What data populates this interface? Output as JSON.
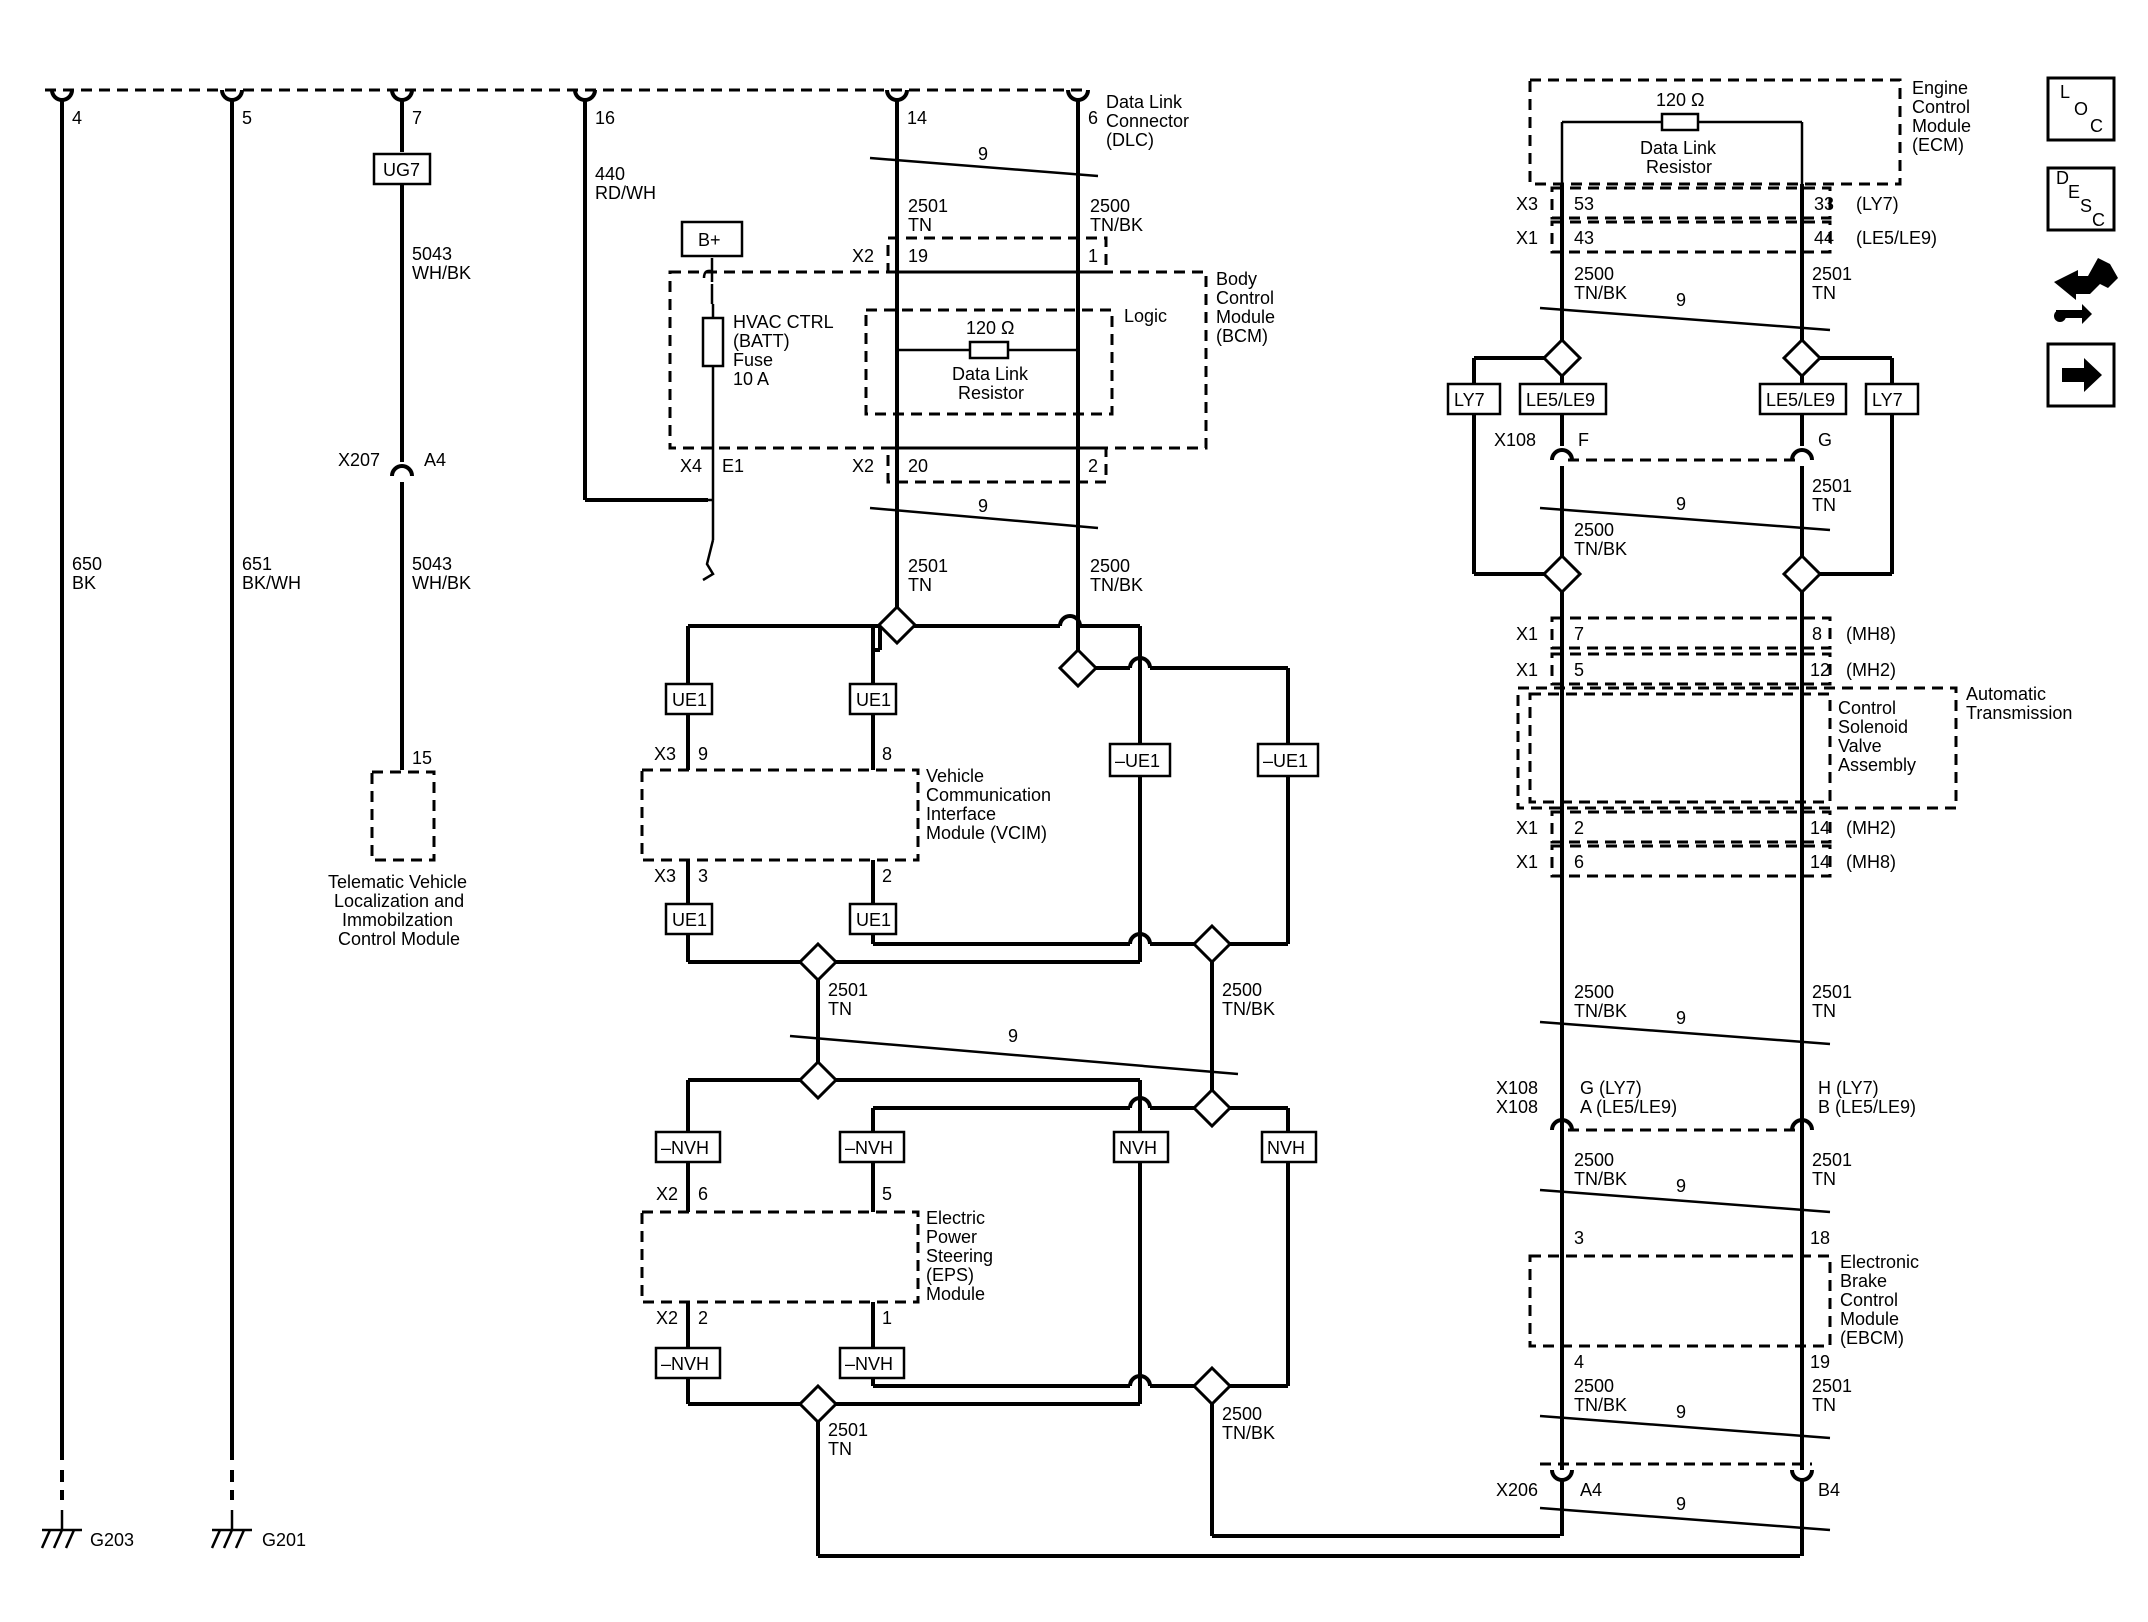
{
  "dlc": {
    "pins": [
      "4",
      "5",
      "7",
      "16",
      "14",
      "6"
    ],
    "name": [
      "Data Link",
      "Connector",
      "(DLC)"
    ]
  },
  "wires": {
    "w650": [
      "650",
      "BK"
    ],
    "w651": [
      "651",
      "BK/WH"
    ],
    "w5043a": [
      "5043",
      "WH/BK"
    ],
    "w5043b": [
      "5043",
      "WH/BK"
    ],
    "w440": [
      "440",
      "RD/WH"
    ],
    "tn": [
      "2501",
      "TN"
    ],
    "tnbk": [
      "2500",
      "TN/BK"
    ],
    "twist": "9"
  },
  "grounds": [
    "G203",
    "G201"
  ],
  "options": {
    "ug7": "UG7",
    "ue1": "UE1",
    "not_ue1": "–UE1",
    "nvh": "NVH",
    "not_nvh": "–NVH",
    "ly7": "LY7",
    "le5le9": "LE5/LE9",
    "bplus": "B+"
  },
  "connectors": {
    "x207": "X207",
    "a4": "A4",
    "x2": "X2",
    "x3": "X3",
    "x4": "X4",
    "e1": "E1",
    "x1": "X1",
    "x108": "X108",
    "x206": "X206",
    "b4": "B4",
    "f": "F",
    "g": "G"
  },
  "pins": {
    "p15": "15",
    "bcm_19": "19",
    "bcm_1": "1",
    "bcm_20": "20",
    "bcm_2": "2",
    "vcim_9": "9",
    "vcim_8": "8",
    "vcim_3": "3",
    "vcim_2": "2",
    "eps_6": "6",
    "eps_5": "5",
    "eps_2": "2",
    "eps_1": "1",
    "ecm_53": "53",
    "ecm_33": "33",
    "ecm_43": "43",
    "ecm_44": "44",
    "tcm_7": "7",
    "tcm_8": "8",
    "tcm_5": "5",
    "tcm_12": "12",
    "tcm_2": "2",
    "tcm_14a": "14",
    "tcm_6": "6",
    "tcm_14b": "14",
    "ebcm_3": "3",
    "ebcm_18": "18",
    "ebcm_4": "4",
    "ebcm_19": "19"
  },
  "option_tags": {
    "ly7": "(LY7)",
    "le5le9": "(LE5/LE9)",
    "mh8": "(MH8)",
    "mh2": "(MH2)",
    "x108_g": "G (LY7)",
    "x108_a": "A (LE5/LE9)",
    "x108_h": "H (LY7)",
    "x108_b": "B (LE5/LE9)"
  },
  "resistor": {
    "value": "120 Ω",
    "label": [
      "Data Link",
      "Resistor"
    ]
  },
  "modules": {
    "telematic": [
      "Telematic Vehicle",
      "Localization and",
      "Immobilzation",
      "Control Module"
    ],
    "bcm": [
      "Body",
      "Control",
      "Module",
      "(BCM)"
    ],
    "logic": "Logic",
    "fuse": [
      "HVAC CTRL",
      "(BATT)",
      "Fuse",
      "10 A"
    ],
    "vcim": [
      "Vehicle",
      "Communication",
      "Interface",
      "Module (VCIM)"
    ],
    "eps": [
      "Electric",
      "Power",
      "Steering",
      "(EPS)",
      "Module"
    ],
    "ecm": [
      "Engine",
      "Control",
      "Module",
      "(ECM)"
    ],
    "trans": [
      "Automatic",
      "Transmission"
    ],
    "csva": [
      "Control",
      "Solenoid",
      "Valve",
      "Assembly"
    ],
    "ebcm": [
      "Electronic",
      "Brake",
      "Control",
      "Module",
      "(EBCM)"
    ]
  },
  "nav": {
    "loc": [
      "L",
      "O",
      "C"
    ],
    "desc": [
      "D",
      "E",
      "S",
      "C"
    ]
  }
}
